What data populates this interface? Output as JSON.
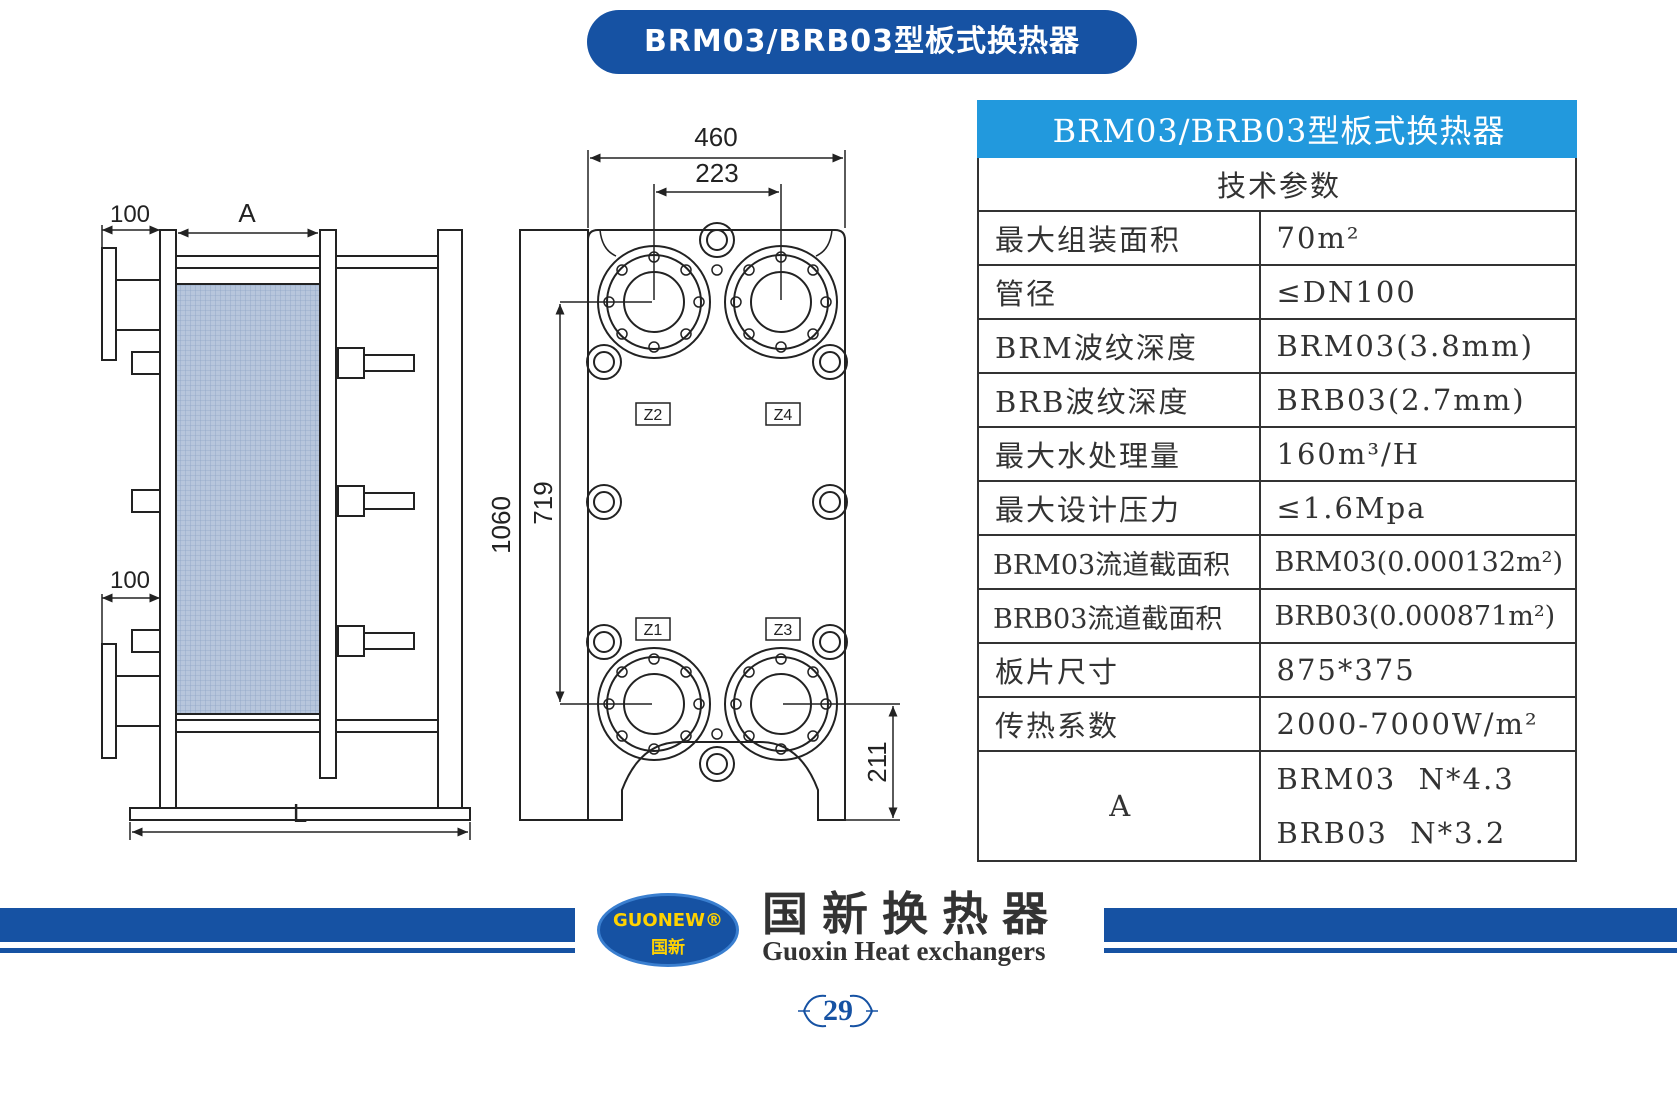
{
  "header": {
    "title": "BRM03/BRB03型板式换热器"
  },
  "side_view": {
    "dim_top_left": "100",
    "dim_a": "A",
    "dim_bottom_left": "100",
    "dim_l": "L"
  },
  "front_view": {
    "dim_width_outer": "460",
    "dim_width_inner": "223",
    "dim_height_total": "1060",
    "dim_port_spacing": "719",
    "dim_bottom_port": "211",
    "ports": [
      "Z2",
      "Z4",
      "Z1",
      "Z3"
    ]
  },
  "spec_table": {
    "title": "BRM03/BRB03型板式换热器",
    "subtitle": "技术参数",
    "rows": [
      {
        "label": "最大组装面积",
        "value": "70m²"
      },
      {
        "label": "管径",
        "value": "≤DN100"
      },
      {
        "label": "BRM波纹深度",
        "value": "BRM03(3.8mm)"
      },
      {
        "label": "BRB波纹深度",
        "value": "BRB03(2.7mm)"
      },
      {
        "label": "最大水处理量",
        "value": "160m³/H"
      },
      {
        "label": "最大设计压力",
        "value": "≤1.6Mpa"
      },
      {
        "label": "BRM03流道截面积",
        "value": "BRM03(0.000132m²)"
      },
      {
        "label": "BRB03流道截面积",
        "value": "BRB03(0.000871m²)"
      },
      {
        "label": "板片尺寸",
        "value": "875*375"
      },
      {
        "label": "传热系数",
        "value": "2000-7000W/m²"
      }
    ],
    "a_row": {
      "label": "A",
      "value_1": "BRM03  N*4.3",
      "value_2": "BRB03  N*3.2"
    }
  },
  "footer": {
    "logo_en": "GUONEW®",
    "logo_cn": "国新",
    "brand_cn": "国新换热器",
    "brand_en": "Guoxin Heat exchangers",
    "page_number": "29"
  },
  "colors": {
    "brand_blue": "#1652a3",
    "table_header": "#2299dd",
    "plate_pack": "#b7c6dc"
  }
}
